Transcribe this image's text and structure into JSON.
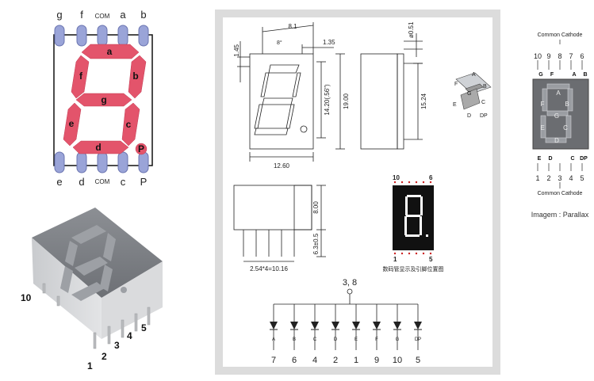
{
  "pinout_diagram": {
    "top_pins": [
      "g",
      "f",
      "COM",
      "a",
      "b"
    ],
    "bottom_pins": [
      "e",
      "d",
      "COM",
      "c",
      "P"
    ],
    "segment_labels": [
      "a",
      "b",
      "c",
      "d",
      "e",
      "f",
      "g",
      "P"
    ],
    "segment_color": "#e3546b",
    "pin_color": "#9aa4d8"
  },
  "photo_panel": {
    "pin_numbers": [
      "10",
      "1",
      "2",
      "3",
      "4",
      "5"
    ]
  },
  "datasheet": {
    "dims": {
      "d8_1": "8.1",
      "d1_45": "1.45",
      "d1_35": "1.35",
      "d14_20": "14.20(.56\")",
      "d19_00": "19.00",
      "d12_60": "12.60",
      "d0_51": "ø0.51",
      "d15_24": "15.24",
      "d8_00": "8.00",
      "d6_3": "6.3±0.5",
      "pitch": "2.54*4=10.16",
      "angle": "8°"
    },
    "mini_segments": [
      "A",
      "B",
      "C",
      "D",
      "E",
      "F",
      "G",
      "DP"
    ],
    "display_pins_top": [
      "10",
      "6"
    ],
    "display_pins_bottom": [
      "1",
      "5"
    ],
    "display_caption": "数码管显示及引脚位置图",
    "common_label": "3, 8",
    "schematic_segments": [
      "A",
      "B",
      "C",
      "D",
      "E",
      "F",
      "G",
      "DP"
    ],
    "schematic_pins": [
      "7",
      "6",
      "4",
      "2",
      "1",
      "9",
      "10",
      "5"
    ]
  },
  "common_cathode": {
    "top_numbers": [
      "10",
      "9",
      "8",
      "7",
      "6"
    ],
    "top_letters": [
      "G",
      "F",
      "",
      "A",
      "B"
    ],
    "top_label": "Common Cathode",
    "bottom_numbers": [
      "1",
      "2",
      "3",
      "4",
      "5"
    ],
    "bottom_letters": [
      "E",
      "D",
      "",
      "C",
      "DP"
    ],
    "bottom_label": "Common Cathode",
    "segments": [
      "A",
      "B",
      "C",
      "D",
      "E",
      "F",
      "G"
    ],
    "caption": "Imagem : Parallax"
  }
}
